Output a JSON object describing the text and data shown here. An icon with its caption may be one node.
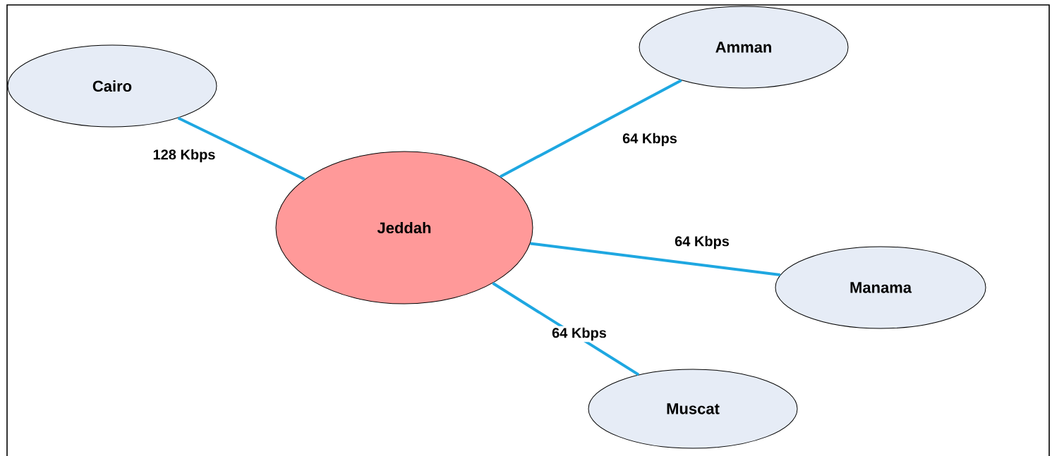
{
  "diagram": {
    "nodes": [
      {
        "text": [
          "Jeddah"
        ]
      },
      {
        "text": [
          "Cairo"
        ]
      },
      {
        "text": [
          "Amman"
        ]
      },
      {
        "text": [
          "Manama"
        ]
      },
      {
        "text": [
          "Muscat"
        ]
      }
    ],
    "edges": [
      {
        "from": 0,
        "to": 1,
        "arrow": "none",
        "label": "128 Kbps"
      },
      {
        "from": 0,
        "to": 2,
        "arrow": "none",
        "label": "64 Kbps"
      },
      {
        "from": 0,
        "to": 3,
        "arrow": "none",
        "label": "64 Kbps"
      },
      {
        "from": 0,
        "to": 4,
        "arrow": "none",
        "label": "64 Kbps"
      }
    ]
  }
}
